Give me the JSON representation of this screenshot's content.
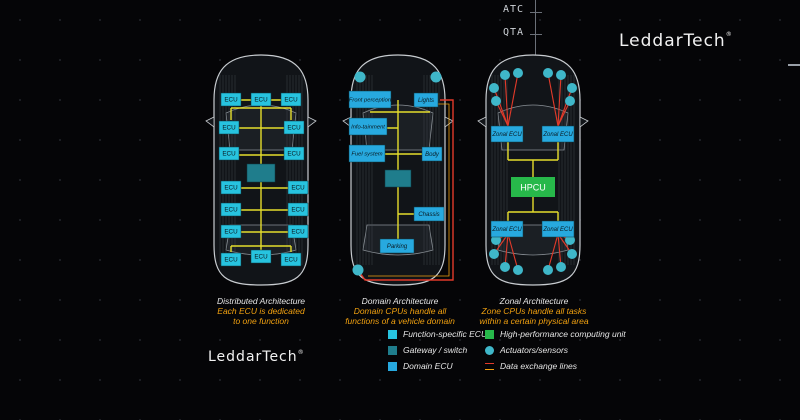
{
  "hud": {
    "top": "ATC",
    "mid": "QTA"
  },
  "brand": "LeddarTech",
  "colors": {
    "function_ecu": "#27c3df",
    "gateway": "#1f7d8c",
    "domain_ecu": "#27a9df",
    "hpcu": "#27b84a",
    "sensor": "#3fb7c9",
    "bus": "#e5dd2c",
    "line_red": "#e23a2a",
    "line_orange": "#f0a010",
    "text_sub": "#f0a010"
  },
  "cars": [
    {
      "name": "distributed",
      "ecu_label": "ECU",
      "caption_title": "Distributed Architecture",
      "caption_sub": [
        "Each ECU is dedicated",
        "to one function"
      ]
    },
    {
      "name": "domain",
      "blocks": [
        "Front perception",
        "Lights",
        "Info-tainment",
        "Fuel system",
        "Body",
        "Chassis",
        "Parking"
      ],
      "caption_title": "Domain Architecture",
      "caption_sub": [
        "Domain CPUs handle all",
        "functions of a vehicle domain"
      ]
    },
    {
      "name": "zonal",
      "zonal_label": "Zonal ECU",
      "hpcu_label": "HPCU",
      "caption_title": "Zonal Architecture",
      "caption_sub": [
        "Zone CPUs handle all tasks",
        "within a certain physical area"
      ]
    }
  ],
  "legend": [
    {
      "label": "Function-specific ECU",
      "icon": "square",
      "color": "#27c3df"
    },
    {
      "label": "Gateway / switch",
      "icon": "square",
      "color": "#1f7d8c"
    },
    {
      "label": "Domain ECU",
      "icon": "square",
      "color": "#27a9df"
    },
    {
      "label": "High-performance computing unit",
      "icon": "square",
      "color": "#27b84a"
    },
    {
      "label": "Actuators/sensors",
      "icon": "circle",
      "color": "#3fb7c9"
    },
    {
      "label": "Data exchange lines",
      "icon": "lines",
      "color": "#e23a2a"
    }
  ]
}
